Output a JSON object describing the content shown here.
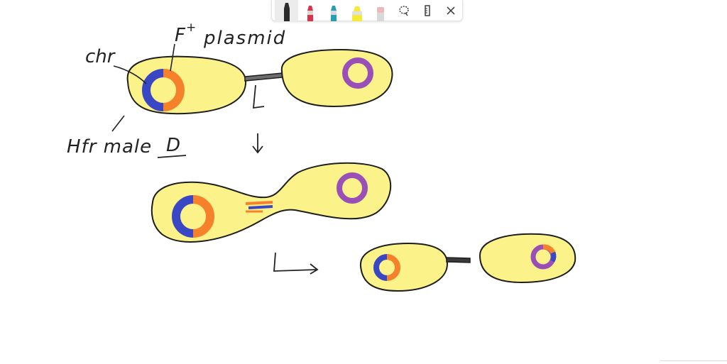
{
  "toolbar": {
    "tools": [
      {
        "name": "pen-black",
        "color": "#2b2b2b",
        "selected": true
      },
      {
        "name": "pen-red",
        "color": "#d9344a",
        "selected": false
      },
      {
        "name": "pen-teal",
        "color": "#2a9db5",
        "selected": false
      },
      {
        "name": "highlighter-yellow",
        "color": "#f5e93a",
        "selected": false
      },
      {
        "name": "eraser",
        "color": "#f0b8bd",
        "selected": false
      }
    ],
    "icons": [
      "lasso-icon",
      "ruler-icon",
      "close-icon"
    ]
  },
  "annotations": {
    "chr": "chr",
    "f_plus": "F",
    "f_plus_sup": "+",
    "plasmid": "plasmid",
    "hfr_male": "Hfr male",
    "d_label": "D"
  },
  "colors": {
    "cell_fill": "#fbf28a",
    "cell_stroke": "#1e1e1e",
    "chromosome": "#3a47c4",
    "f_factor": "#f5822a",
    "plasmid_ring": "#9a4fb8"
  }
}
